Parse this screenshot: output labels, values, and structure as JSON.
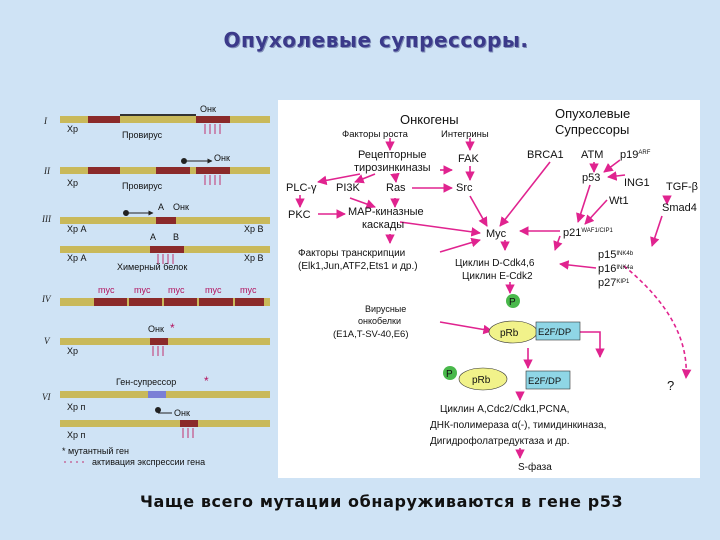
{
  "slide": {
    "title": "Опухолевые супрессоры.",
    "footer": "Чаще всего мутации обнаруживаются в гене p53"
  },
  "left_panel": {
    "rows": [
      {
        "roman": "I",
        "bar_label": "Хр",
        "top_label": "Онк",
        "under_label": "Провирус"
      },
      {
        "roman": "II",
        "bar_label": "Хр",
        "top_label": "Онк",
        "under_label": "Провирус"
      },
      {
        "roman": "III",
        "bar_label_a": "Хр А",
        "bar_label_b": "Хр В",
        "top_label_a": "А",
        "top_label_onk": "Онк",
        "mid_label_a": "А",
        "mid_label_b": "В",
        "bar2_label_a": "Хр А",
        "bar2_label_b": "Хр В",
        "under_label": "Химерный белок"
      },
      {
        "roman": "IV",
        "myc_labels": [
          "myc",
          "myc",
          "myc",
          "myc",
          "myc"
        ]
      },
      {
        "roman": "V",
        "bar_label": "Хр",
        "top_label": "Онк",
        "star": "*"
      },
      {
        "roman": "VI",
        "top_label": "Ген-супрессор",
        "star": "*",
        "bar_label": "Хр п",
        "mid_label": "Онк",
        "bar2_label": "Хр п"
      }
    ],
    "legend": [
      "* мутантный ген",
      "активация экспрессии гена"
    ]
  },
  "right_panel": {
    "header_oncogenes": "Онкогены",
    "header_suppressors_1": "Опухолевые",
    "header_suppressors_2": "Супрессоры",
    "growth_factors": "Факторы роста",
    "integrins": "Интегрины",
    "receptor_1": "Рецепторные",
    "receptor_2": "тирозинкиназы",
    "fak": "FAK",
    "brca1": "BRCA1",
    "atm": "ATM",
    "p19": "p19",
    "p19_sup": "ARF",
    "p53": "p53",
    "ing1": "ING1",
    "plc": "PLC-γ",
    "pi3k": "PI3K",
    "ras": "Ras",
    "src": "Src",
    "tgf": "TGF-β",
    "pkc": "PKC",
    "map_1": "MAP-киназные",
    "map_2": "каскады",
    "wt1": "Wt1",
    "smad4": "Smad4",
    "tf_1": "Факторы транскрипции",
    "tf_2": "(Elk1,Jun,ATF2,Ets1 и др.)",
    "myc": "Myc",
    "p21": "p21",
    "p21_sup": "WAF1/CIP1",
    "p15": "p15",
    "p15_sup": "INK4b",
    "p16": "p16",
    "p16_sup": "INK4a",
    "p27": "p27",
    "p27_sup": "KIP1",
    "cyclin_d": "Циклин D-Cdk4,6",
    "cyclin_e": "Циклин E-Cdk2",
    "p_marker": "P",
    "viral_1": "Вирусные",
    "viral_2": "онкобелки",
    "viral_3": "(E1A,T-SV-40,E6)",
    "prb": "pRb",
    "e2f": "E2F/DP",
    "question": "?",
    "targets_1": "Циклин A,Cdc2/Cdk1,PCNA,",
    "targets_2": "ДНК-полимераза α(-), тимидинкиназа,",
    "targets_3": "Дигидрофолатредуктаза и др.",
    "s_phase": "S-фаза"
  },
  "colors": {
    "background": "#cfe3f5",
    "title": "#3b3a8a",
    "chromosome": "#c9b95a",
    "chromosome_dark": "#8b2a2a",
    "arrow": "#e0238f",
    "prb_fill": "#f1f28a",
    "e2f_fill": "#8fd6e6",
    "p_fill": "#49b84b"
  }
}
